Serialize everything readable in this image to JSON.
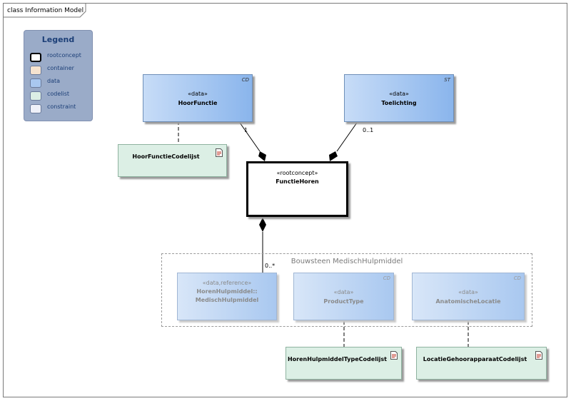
{
  "frame": {
    "title": "class Information Model"
  },
  "legend": {
    "title": "Legend",
    "items": [
      {
        "label": "rootconcept",
        "color": "#ffffff"
      },
      {
        "label": "container",
        "color": "#f6e3cf"
      },
      {
        "label": "data",
        "color": "#a9c8f0"
      },
      {
        "label": "codelist",
        "color": "#dcefe5"
      },
      {
        "label": "constraint",
        "color": "#eef0f8"
      }
    ]
  },
  "classes": {
    "hoorfunctie": {
      "stereotype": "«data»",
      "name": "HoorFunctie",
      "tag": "CD"
    },
    "toelichting": {
      "stereotype": "«data»",
      "name": "Toelichting",
      "tag": "ST"
    },
    "functiehoren": {
      "stereotype": "«rootconcept»",
      "name": "FunctieHoren"
    },
    "horenhulpmiddel": {
      "stereotype": "«data,reference»",
      "name_line1": "HorenHulpmiddel::",
      "name_line2": "MedischHulpmiddel"
    },
    "producttype": {
      "stereotype": "«data»",
      "name": "ProductType",
      "tag": "CD"
    },
    "anatomischelocatie": {
      "stereotype": "«data»",
      "name": "AnatomischeLocatie",
      "tag": "CD"
    }
  },
  "codelists": {
    "hoorfunctie": "HoorFunctieCodelijst",
    "producttype": "HorenHulpmiddelTypeCodelijst",
    "locatie": "LocatieGehoorapparaatCodelijst"
  },
  "package": {
    "title": "Bouwsteen MedischHulpmiddel"
  },
  "multiplicities": {
    "hoorfunctie": "1",
    "toelichting": "0..1",
    "hulpmiddel": "0..*"
  }
}
